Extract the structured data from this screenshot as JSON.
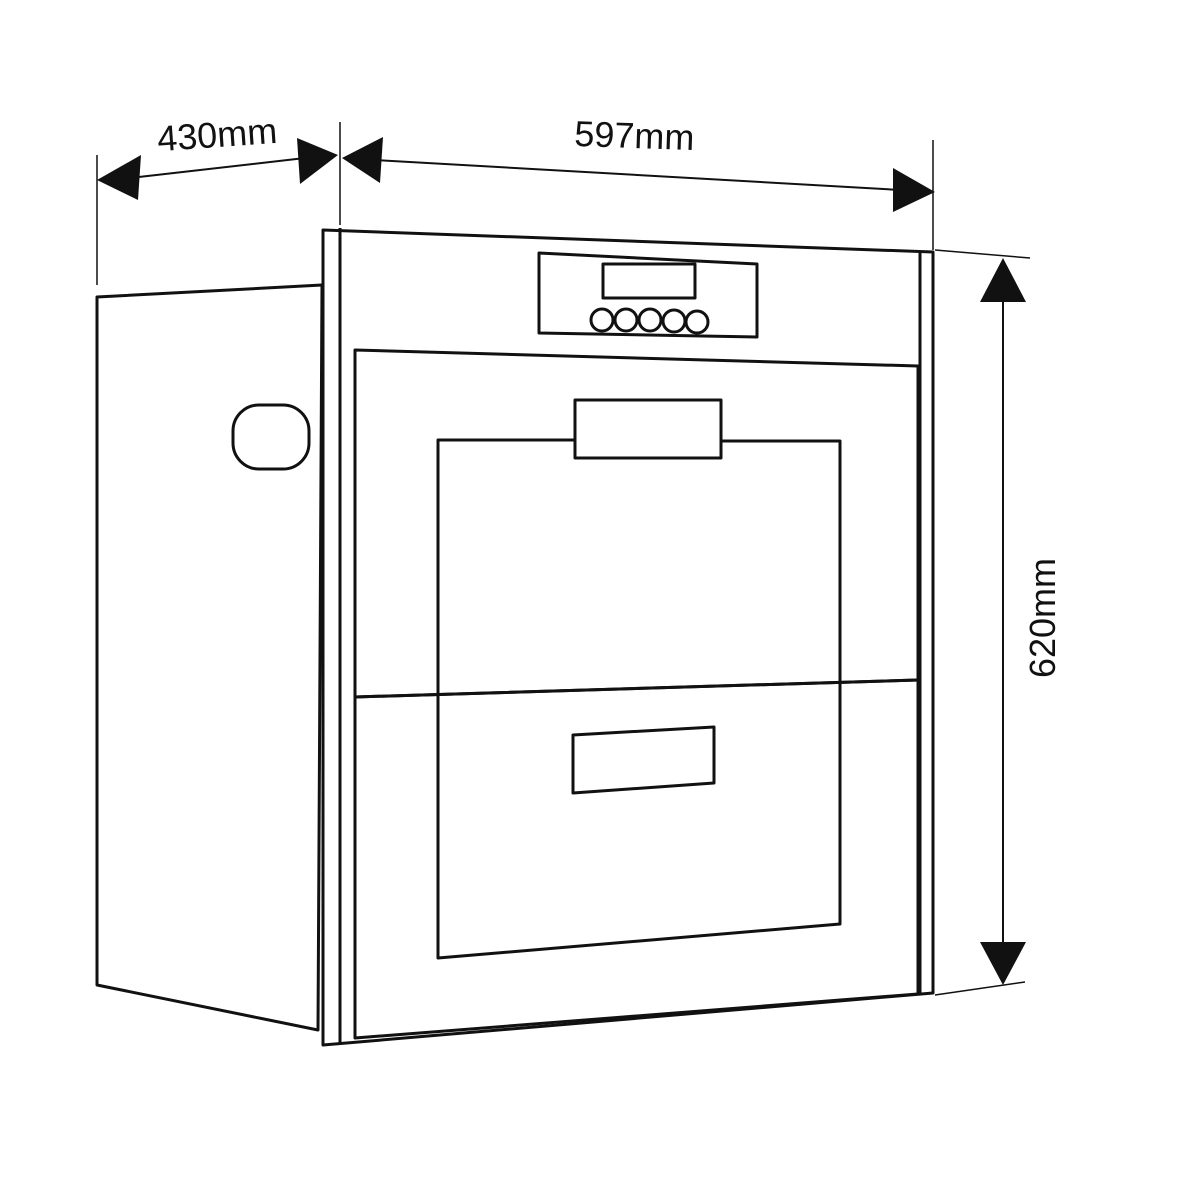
{
  "dimensions": {
    "depth": "430mm",
    "width": "597mm",
    "height": "620mm"
  },
  "colors": {
    "line": "#111111",
    "background": "#ffffff"
  }
}
